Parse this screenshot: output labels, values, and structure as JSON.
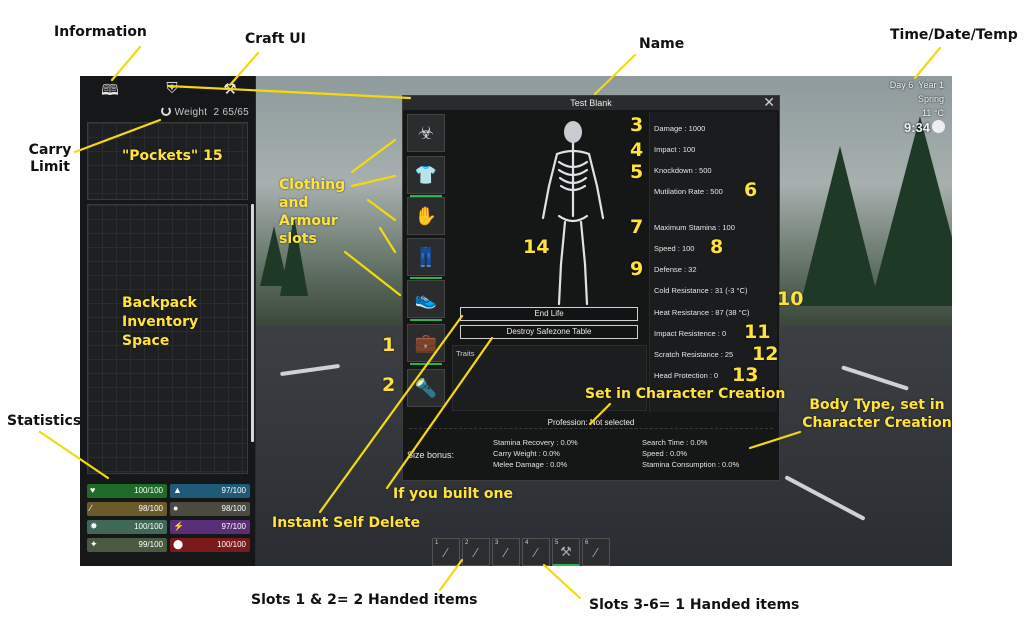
{
  "annotations": {
    "information": "Information",
    "craft_ui": "Craft UI",
    "name": "Name",
    "time_date_temp": "Time/Date/Temp",
    "carry_limit": "Carry Limit",
    "statistics": "Statistics",
    "slots_1_2": "Slots 1 & 2=  2 Handed items",
    "slots_3_6": "Slots 3-6= 1 Handed items",
    "pockets": "\"Pockets\" 15",
    "backpack": "Backpack Inventory Space",
    "clothing": "Clothing and Armour slots",
    "instant_delete": "Instant Self Delete",
    "if_built": "If you built one",
    "set_in_creation": "Set in Character Creation",
    "body_type": "Body Type, set in Character Creation",
    "numbers": [
      "1",
      "2",
      "3",
      "4",
      "5",
      "6",
      "7",
      "8",
      "9",
      "10",
      "11",
      "12",
      "13",
      "14"
    ]
  },
  "inventory": {
    "weight_label": "Weight",
    "weight_value": "2 65/65"
  },
  "stats": [
    {
      "icon": "heart-icon",
      "value": "100/100",
      "color": "#1f6b2a"
    },
    {
      "icon": "water-icon",
      "value": "97/100",
      "color": "#1f5a78"
    },
    {
      "icon": "food-icon",
      "value": "98/100",
      "color": "#6b5a2a"
    },
    {
      "icon": "bladder-icon",
      "value": "98/100",
      "color": "#4a4a40"
    },
    {
      "icon": "virus-icon",
      "value": "100/100",
      "color": "#3f6858"
    },
    {
      "icon": "energy-icon",
      "value": "97/100",
      "color": "#5a2f78"
    },
    {
      "icon": "fitness-icon",
      "value": "99/100",
      "color": "#4a5a40"
    },
    {
      "icon": "blood-icon",
      "value": "100/100",
      "color": "#7a1a1a"
    }
  ],
  "character": {
    "name": "Test Blank",
    "end_life": "End Life",
    "destroy_table": "Destroy Safezone Table",
    "traits": "Traits",
    "profession": "Profession: Not selected",
    "stats": {
      "damage": "Damage :  1000",
      "impact": "Impact :  100",
      "knockdown": "Knockdown :  500",
      "mutilation": "Mutilation Rate :  500",
      "max_stamina": "Maximum Stamina :  100",
      "speed": "Speed :  100",
      "defense": "Defense :  32",
      "cold": "Cold Resistance :  31   (-3 °C)",
      "heat": "Heat Resistance :  87   (38 °C)",
      "impact_res": "Impact Resistence :  0",
      "scratch": "Scratch Resistance :  25",
      "head": "Head Protection :  0"
    },
    "size_bonus": {
      "title": "Size bonus:",
      "stamina_recovery": "Stamina Recovery :  0.0%",
      "carry_weight": "Carry Weight :  0.0%",
      "melee_damage": "Melee Damage :  0.0%",
      "search_time": "Search Time :  0.0%",
      "speed": "Speed :  0.0%",
      "stamina_consumption": "Stamina Consumption :  0.0%"
    }
  },
  "hud": {
    "day": "Day 6",
    "year": "Year 1",
    "season": "Spring",
    "temp": "11 °C",
    "time": "9:34"
  },
  "hotbar": [
    "1",
    "2",
    "3",
    "4",
    "5",
    "6"
  ]
}
